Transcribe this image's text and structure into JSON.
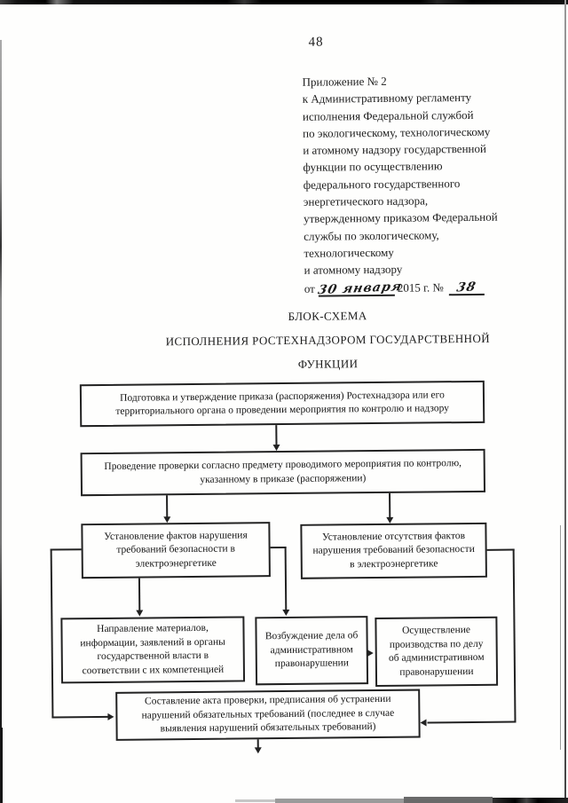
{
  "page": {
    "number": "48"
  },
  "appendix": {
    "lines": [
      "Приложение № 2",
      "к Административному регламенту",
      "исполнения Федеральной службой",
      "по экологическому, технологическому",
      "и атомному надзору государственной",
      "функции по осуществлению",
      "федерального государственного",
      "энергетического надзора,",
      "утвержденному приказом Федеральной",
      "службы по экологическому,",
      "технологическому",
      "и атомному надзору"
    ],
    "date_line": {
      "prefix": "от",
      "handwritten_date": "30 января",
      "middle": "2015 г. №",
      "handwritten_number": "38"
    }
  },
  "title": {
    "line1": "БЛОК-СХЕМА",
    "line2": "ИСПОЛНЕНИЯ РОСТЕХНАДЗОРОМ ГОСУДАРСТВЕННОЙ",
    "line3": "ФУНКЦИИ"
  },
  "flowchart": {
    "boxes": {
      "prepare_order": {
        "lines": [
          "Подготовка и утверждение приказа (распоряжения) Ростехнадзора или его",
          "территориального органа о проведении мероприятия по контролю и надзору"
        ]
      },
      "conduct_inspection": {
        "lines": [
          "Проведение проверки согласно предмету проводимого мероприятия по контролю,",
          "указанному в приказе (распоряжении)"
        ]
      },
      "violations_found": {
        "lines": [
          "Установление фактов нарушения",
          "требований безопасности в",
          "электроэнергетике"
        ]
      },
      "no_violations": {
        "lines": [
          "Установление отсутствия фактов",
          "нарушения требований безопасности",
          "в электроэнергетике"
        ]
      },
      "send_materials": {
        "lines": [
          "Направление материалов,",
          "информации, заявлений в органы",
          "государственной власти в",
          "соответствии с их компетенцией"
        ]
      },
      "initiate_case": {
        "lines": [
          "Возбуждение дела об",
          "административном",
          "правонарушении"
        ]
      },
      "conduct_proceedings": {
        "lines": [
          "Осуществление",
          "производства по делу",
          "об административном",
          "правонарушении"
        ]
      },
      "draw_up_act": {
        "lines": [
          "Составление акта проверки, предписания об устранении",
          "нарушений обязательных требований (последнее в случае",
          "выявления нарушений обязательных требований)"
        ]
      }
    }
  },
  "colors": {
    "ink": "#1c1c1c",
    "paper": "#fefefd",
    "scan_edge": "#000000"
  }
}
